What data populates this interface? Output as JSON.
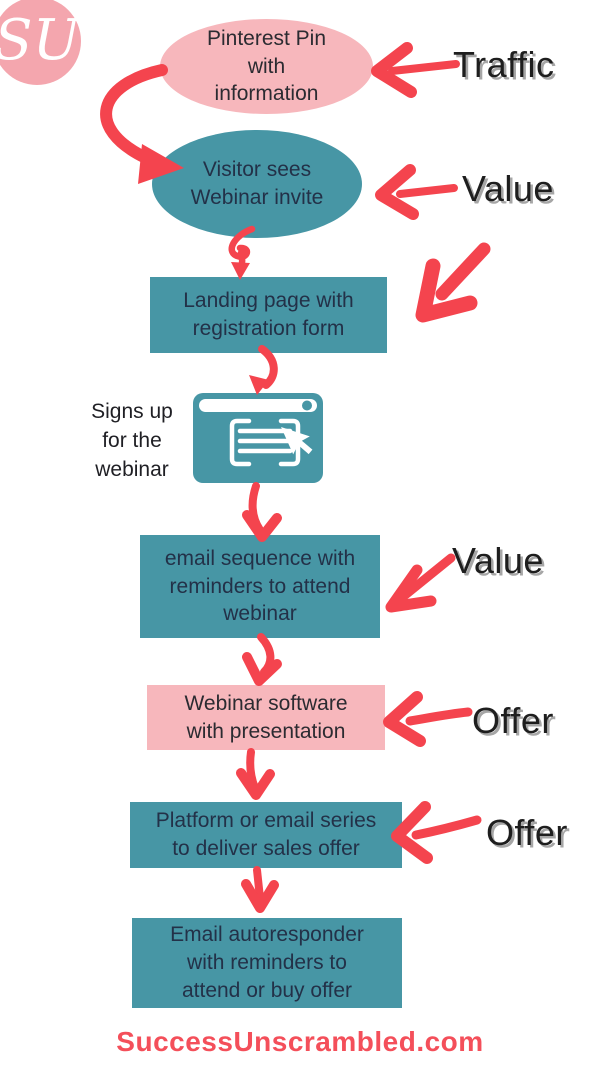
{
  "palette": {
    "teal": "#4796a5",
    "pink": "#f7b7bc",
    "logo_pink": "#f4a6ae",
    "red": "#f4444e",
    "ink_navy": "#233148",
    "ink_black": "#2b2b31",
    "label_black": "#1e1e1e",
    "label_shadow": "#a6a6a6",
    "brand_red": "#f44f5a"
  },
  "logo": {
    "monogram": "SU"
  },
  "nodes": [
    {
      "id": "pinterest-pin",
      "shape": "ellipse",
      "color": "pink",
      "label": "Pinterest Pin\nwith\ninformation"
    },
    {
      "id": "visitor-invite",
      "shape": "ellipse",
      "color": "teal",
      "label": "Visitor sees\nWebinar invite"
    },
    {
      "id": "landing-page",
      "shape": "rect",
      "color": "teal",
      "label": "Landing page with\nregistration form"
    },
    {
      "id": "email-sequence",
      "shape": "rect",
      "color": "teal",
      "label": "email sequence with\nreminders to attend\nwebinar"
    },
    {
      "id": "webinar-software",
      "shape": "rect",
      "color": "pink",
      "label": "Webinar software\nwith presentation"
    },
    {
      "id": "sales-platform",
      "shape": "rect",
      "color": "teal",
      "label": "Platform or email series\nto deliver sales offer"
    },
    {
      "id": "autoresponder",
      "shape": "rect",
      "color": "teal",
      "label": "Email autoresponder\nwith reminders to\nattend or buy offer"
    }
  ],
  "side_note": {
    "label": "Signs up\nfor the\nwebinar"
  },
  "annotations": [
    {
      "id": "traffic",
      "label": "Traffic"
    },
    {
      "id": "value-1",
      "label": "Value"
    },
    {
      "id": "value-2",
      "label": "Value"
    },
    {
      "id": "offer-1",
      "label": "Offer"
    },
    {
      "id": "offer-2",
      "label": "Offer"
    }
  ],
  "icons": {
    "logo": "su-monogram-badge",
    "signup": "browser-form-cursor-icon",
    "connectors": "hand-drawn-red-arrows"
  },
  "footer": {
    "brand": "SuccessUnscrambled.com"
  }
}
